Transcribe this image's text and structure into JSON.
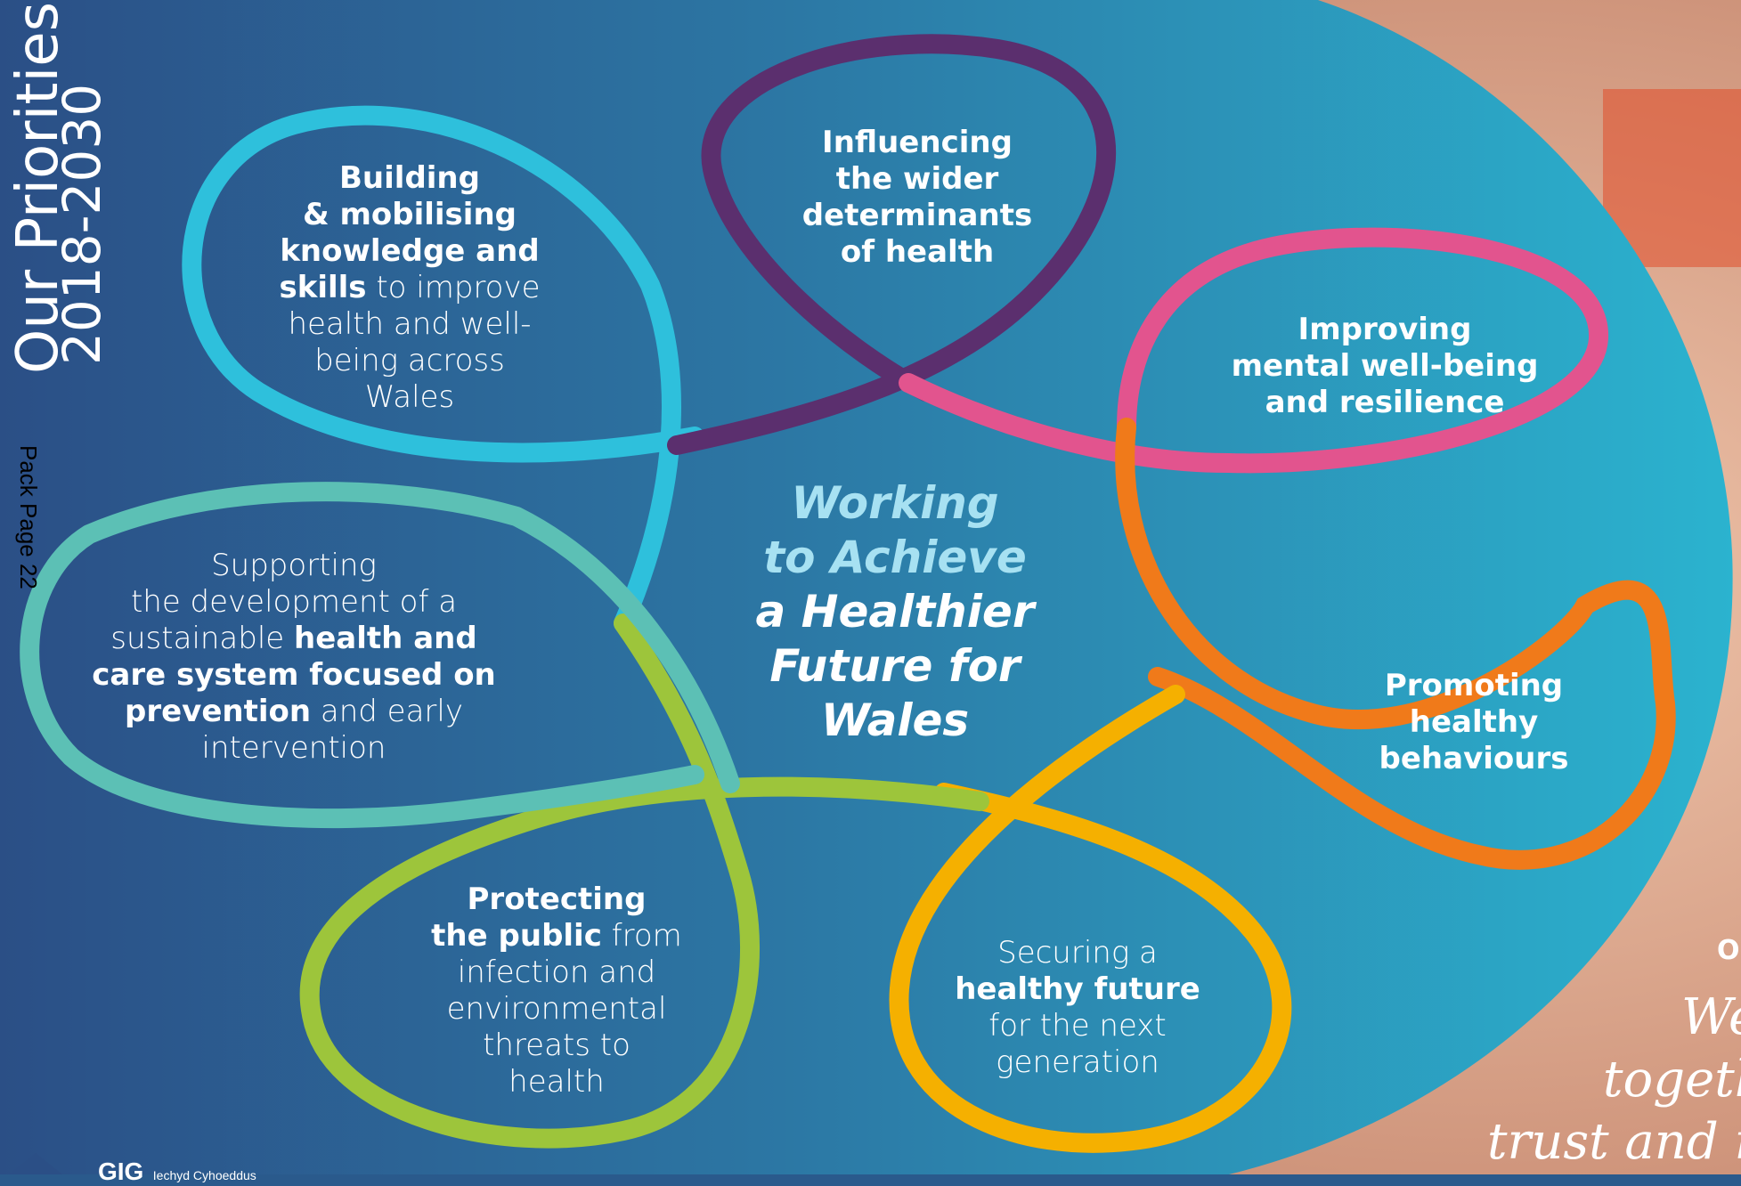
{
  "vertical_title": {
    "line1": "Our Priorities",
    "line2": "2018-2030"
  },
  "page_marker": "Pack Page 22",
  "center": {
    "lines": [
      "Working",
      "to Achieve",
      "a Healthier",
      "Future for",
      "Wales"
    ]
  },
  "priorities": [
    {
      "id": "knowledge",
      "bold": "Building\n& mobilising\nknowledge and\nskills",
      "light": " to improve\nhealth and well-\nbeing across\nWales",
      "color": "#2ec0dc"
    },
    {
      "id": "determinants",
      "bold": "Influencing\nthe wider\ndeterminants\nof health",
      "color": "#5b2f6e"
    },
    {
      "id": "mental",
      "bold": "Improving\nmental well-being\nand resilience",
      "color": "#e2548e"
    },
    {
      "id": "behaviours",
      "bold": "Promoting\nhealthy\nbehaviours",
      "color": "#f07a1a"
    },
    {
      "id": "future",
      "light1": "Securing a",
      "bold": "healthy future",
      "light2": "for the next\ngeneration",
      "color": "#f5b000"
    },
    {
      "id": "protecting",
      "bold1": "Protecting",
      "bold2": "the public",
      "light": " from\ninfection and\nenvironmental\nthreats to\nhealth",
      "color": "#9dc53b"
    },
    {
      "id": "prevention",
      "light1": "Supporting\nthe development of a\nsustainable ",
      "bold": "health and\ncare system focused on\nprevention",
      "light2": " and early\nintervention",
      "color": "#5cc0b5"
    }
  ],
  "right_partial": {
    "line1": "Ou",
    "script1": "We",
    "script2": "togethe",
    "script3": "trust and re"
  },
  "footer_partial": {
    "logo": "GIG",
    "text": "Iechyd Cyhoeddus"
  },
  "colors": {
    "bg_dark": "#2b4f86",
    "ellipse": "#29bcd6",
    "skin": "#e8b9a0"
  }
}
